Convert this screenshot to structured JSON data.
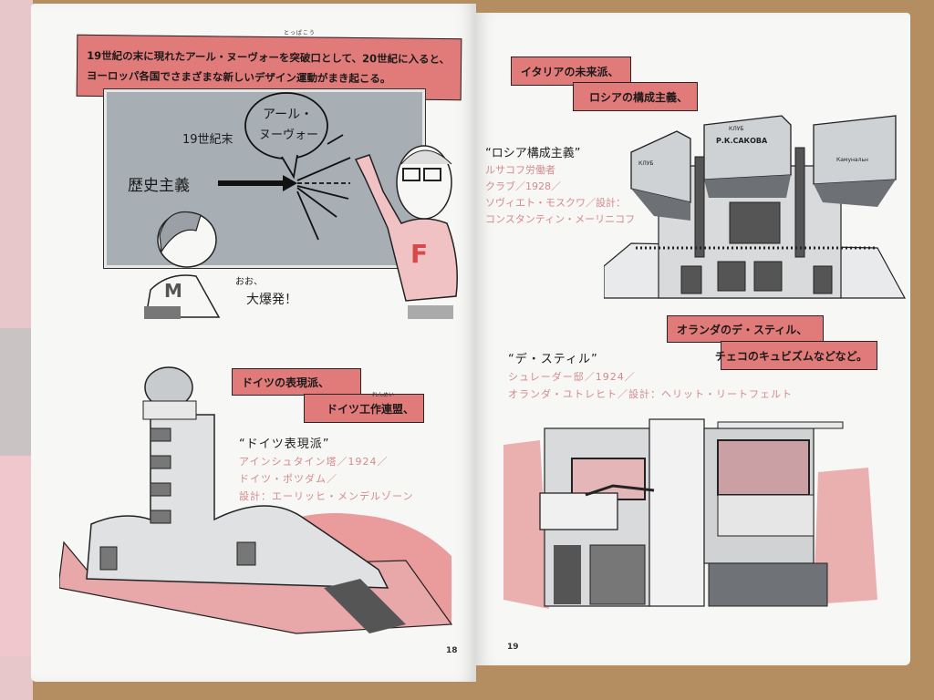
{
  "left_page": {
    "page_number": "18",
    "intro_banner": {
      "line1": "19世紀の末に現れたアール・ヌーヴォーを突破口として、20世紀に入ると、",
      "line2": "ヨーロッパ各国でさまざまな新しいデザイン運動がまき起こる。",
      "ruby": "とっぱこう"
    },
    "blackboard": {
      "era_label": "19世紀末",
      "bubble_line1": "アール・",
      "bubble_line2": "ヌーヴォー",
      "origin_label": "歴史主義"
    },
    "student_shirt_letter": "M",
    "teacher_shirt_letter": "F",
    "exclamation_line1": "おお、",
    "exclamation_line2": "大爆発！",
    "germany_banner": {
      "line1": "ドイツの表現派、",
      "line2": "ドイツ工作連盟、",
      "ruby": "れんめい"
    },
    "germany_caption": {
      "title": "“ドイツ表現派”",
      "lines": [
        "アインシュタイン塔／1924／",
        "ドイツ・ポツダム／",
        "設計：エーリッヒ・メンデルゾーン"
      ]
    }
  },
  "right_page": {
    "page_number": "19",
    "russia_banner": {
      "line1": "イタリアの未来派、",
      "line2": "ロシアの構成主義、"
    },
    "russia_caption": {
      "title": "“ロシア構成主義”",
      "lines": [
        "ルサコフ労働者",
        "クラブ／1928／",
        "ソヴィエト・モスクワ／設計：",
        "コンスタンティン・メーリニコフ"
      ]
    },
    "building_signs": [
      "КЛУБ",
      "Р.К.САКОВА",
      "КЛУБ",
      "Камунальн"
    ],
    "dutch_banner": {
      "line1": "オランダのデ・スティル、",
      "line2": "チェコのキュビズムなどなど。"
    },
    "dutch_caption": {
      "title": "“デ・スティル”",
      "lines": [
        "シュレーダー邸／1924／",
        "オランダ・ユトレヒト／設計：ヘリット・リートフェルト"
      ]
    }
  },
  "colors": {
    "accent_pink": "#e07b7a",
    "handwriting_pink": "#d48a8c",
    "blackboard_grey": "#a7afb4",
    "table_wood": "#b48d60",
    "paper": "#f7f7f5"
  }
}
